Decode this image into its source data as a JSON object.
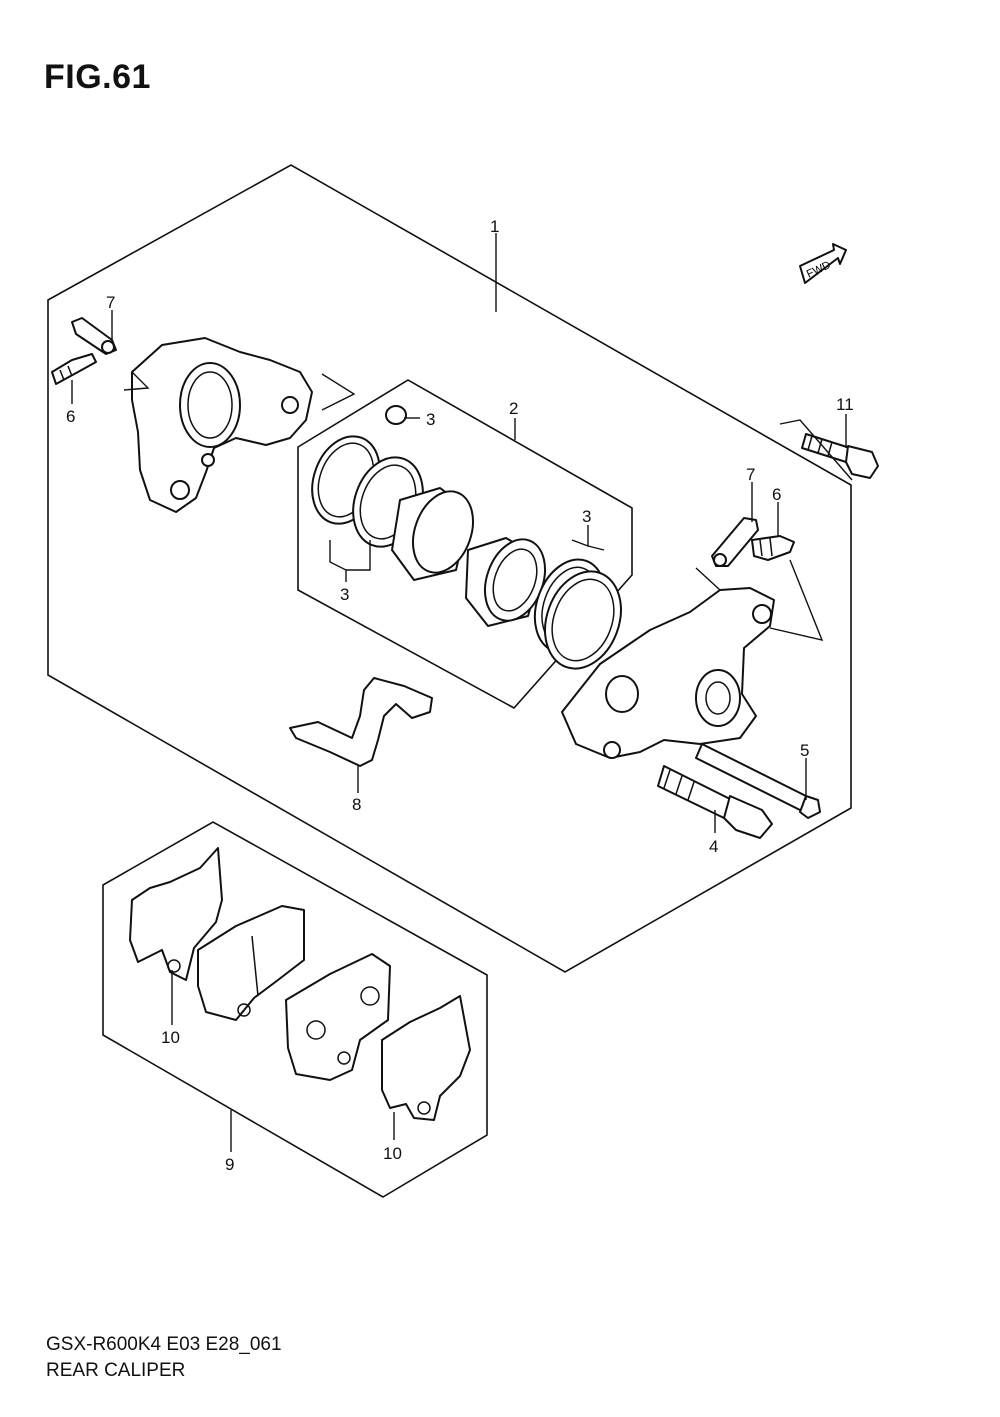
{
  "figure": {
    "title": "FIG.61",
    "model_code": "GSX-R600K4 E03 E28_061",
    "section_name": "REAR CALIPER",
    "fwd_label": "FWD"
  },
  "callouts": [
    {
      "id": "c1",
      "label": "1"
    },
    {
      "id": "c2",
      "label": "2"
    },
    {
      "id": "c3a",
      "label": "3"
    },
    {
      "id": "c3b",
      "label": "3"
    },
    {
      "id": "c3c",
      "label": "3"
    },
    {
      "id": "c4",
      "label": "4"
    },
    {
      "id": "c5",
      "label": "5"
    },
    {
      "id": "c6a",
      "label": "6"
    },
    {
      "id": "c6b",
      "label": "6"
    },
    {
      "id": "c7a",
      "label": "7"
    },
    {
      "id": "c7b",
      "label": "7"
    },
    {
      "id": "c8",
      "label": "8"
    },
    {
      "id": "c9",
      "label": "9"
    },
    {
      "id": "c10a",
      "label": "10"
    },
    {
      "id": "c10b",
      "label": "10"
    },
    {
      "id": "c11",
      "label": "11"
    }
  ]
}
